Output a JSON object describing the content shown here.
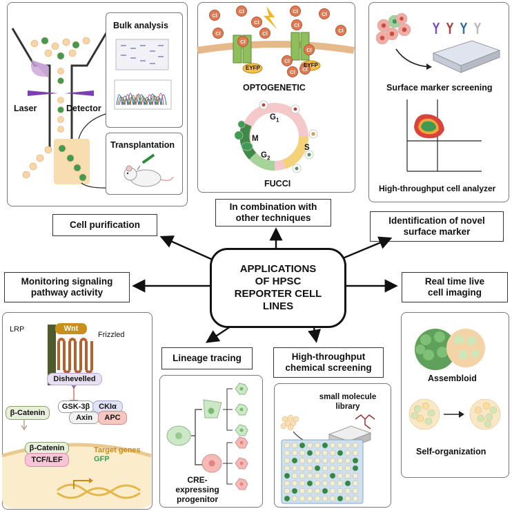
{
  "center": {
    "lines": [
      "APPLICATIONS",
      "OF HPSC",
      "REPORTER CELL",
      "LINES"
    ]
  },
  "applications": {
    "cell_purification": "Cell purification",
    "combination_line1": "In combination with",
    "combination_line2": "other techniques",
    "novel_marker_line1": "Identification of novel",
    "novel_marker_line2": "surface marker",
    "monitoring_line1": "Monitoring signaling",
    "monitoring_line2": "pathway activity",
    "live_imaging_line1": "Real time live",
    "live_imaging_line2": "cell imaging",
    "lineage_tracing": "Lineage tracing",
    "chemical_line1": "High-throughput",
    "chemical_line2": "chemical screening"
  },
  "purification_panel": {
    "laser": "Laser",
    "detector": "Detector",
    "bulk_analysis": "Bulk analysis",
    "transplantation": "Transplantation"
  },
  "techniques_panel": {
    "optogenetic": "OPTOGENETIC",
    "fucci": "FUCCI",
    "chloride": "Cl",
    "eyfp": "EYFP",
    "phase_g1": "G",
    "phase_g1_sub": "1",
    "phase_s": "S",
    "phase_g2": "G",
    "phase_g2_sub": "2",
    "phase_m": "M"
  },
  "surface_panel": {
    "screening": "Surface marker screening",
    "analyzer": "High-throughput cell analyzer"
  },
  "signaling_panel": {
    "lrp": "LRP",
    "wnt": "Wnt",
    "frizzled": "Frizzled",
    "dishevelled": "Dishevelled",
    "gsk": "GSK-3β",
    "ckia": "CKIα",
    "axin": "Axin",
    "apc": "APC",
    "beta_catenin_cyto": "β-Catenin",
    "beta_catenin_nuc": "β-Catenin",
    "tcf_lef": "TCF/LEF",
    "target_genes": "Target genes",
    "gfp": "GFP"
  },
  "lineage_panel": {
    "progenitor_line1": "CRE-",
    "progenitor_line2": "expressing",
    "progenitor_line3": "progenitor"
  },
  "chemical_panel": {
    "library_line1": "small molecule",
    "library_line2": "library"
  },
  "imaging_panel": {
    "assembloid": "Assembloid",
    "self_organization": "Self-organization"
  },
  "colors": {
    "green": "#3f9a52",
    "light_green": "#a8d8a0",
    "peach": "#f4c9a2",
    "red": "#d34a3a",
    "pink": "#f2a7b0",
    "yellow_panel": "#f7e6b8",
    "membrane": "#e6b98b",
    "wnt_gold": "#c8901a",
    "lrp_olive": "#4e5a2a"
  }
}
